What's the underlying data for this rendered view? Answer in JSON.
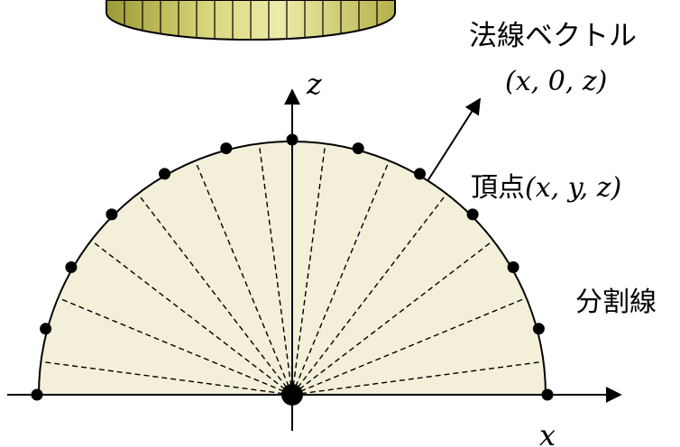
{
  "labels": {
    "normal_title": "法線ベクトル",
    "normal_coords": "(x, 0, z)",
    "vertex_prefix": "頂点",
    "vertex_coords": "(x, y, z)",
    "division_lines": "分割線",
    "axis_z": "z",
    "axis_x": "x"
  },
  "colors": {
    "fill_disk": "#f3efd9",
    "cylinder_side_light": "#ecebb0",
    "cylinder_side_dark": "#b8b347",
    "stroke": "#000000"
  },
  "diagram": {
    "divisions": 12,
    "vertex_count": 13,
    "shape": "half-disk"
  }
}
